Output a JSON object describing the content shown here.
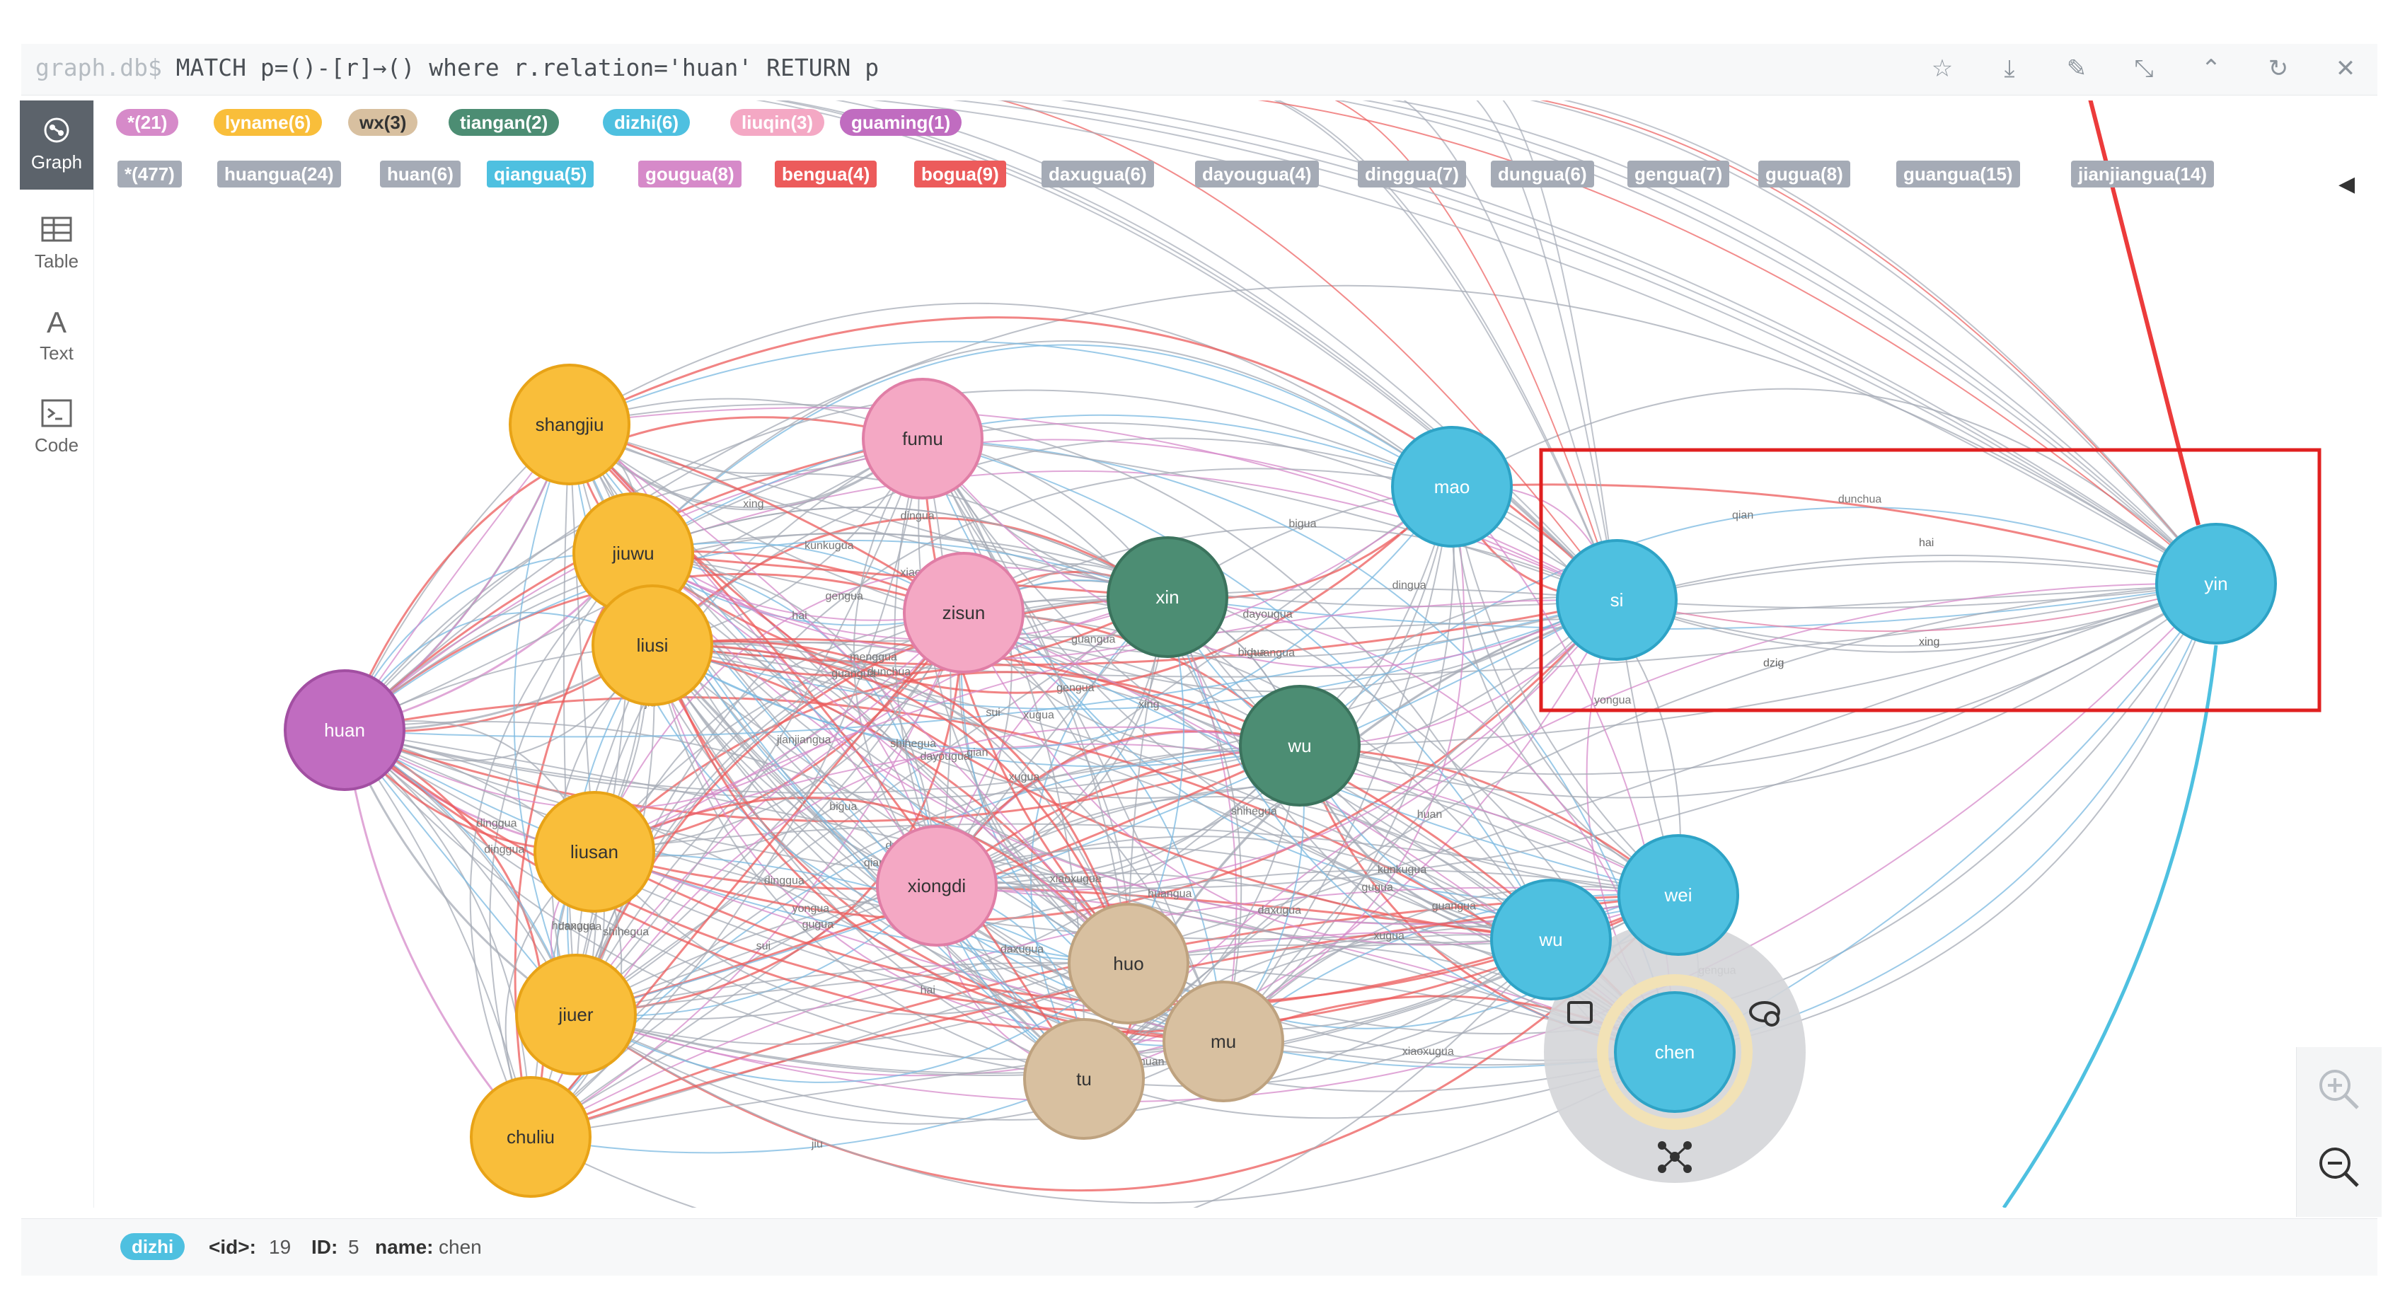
{
  "query": {
    "prompt": "graph.db$",
    "text": " MATCH p=()-[r]→() where r.relation='huan' RETURN p"
  },
  "toolbar_icons": [
    "star-icon",
    "download-icon",
    "pin-icon",
    "collapse-icon",
    "chevron-up-icon",
    "refresh-icon",
    "close-icon"
  ],
  "sidebar": {
    "items": [
      {
        "label": "Graph",
        "icon": "graph-icon",
        "active": true
      },
      {
        "label": "Table",
        "icon": "table-icon",
        "active": false
      },
      {
        "label": "Text",
        "icon": "text-icon",
        "active": false
      },
      {
        "label": "Code",
        "icon": "code-icon",
        "active": false
      }
    ]
  },
  "node_labels": [
    {
      "label": "*(21)",
      "color": "#d68ac9"
    },
    {
      "label": "lyname(6)",
      "color": "#f9be3a"
    },
    {
      "label": "wx(3)",
      "color": "#d8c0a0"
    },
    {
      "label": "tiangan(2)",
      "color": "#4c8d73"
    },
    {
      "label": "dizhi(6)",
      "color": "#4ec0e0"
    },
    {
      "label": "liuqin(3)",
      "color": "#f4a8c4"
    },
    {
      "label": "guaming(1)",
      "color": "#c06cc0"
    }
  ],
  "relationship_types": [
    {
      "label": "*(477)",
      "color": "#a5abb6"
    },
    {
      "label": "huangua(24)",
      "color": "#a5abb6"
    },
    {
      "label": "huan(6)",
      "color": "#a5abb6"
    },
    {
      "label": "qiangua(5)",
      "color": "#4ec0e0"
    },
    {
      "label": "gougua(8)",
      "color": "#d68ac9"
    },
    {
      "label": "bengua(4)",
      "color": "#ec5b5b"
    },
    {
      "label": "bogua(9)",
      "color": "#ec5b5b"
    },
    {
      "label": "daxugua(6)",
      "color": "#a5abb6"
    },
    {
      "label": "dayougua(4)",
      "color": "#a5abb6"
    },
    {
      "label": "dinggua(7)",
      "color": "#a5abb6"
    },
    {
      "label": "dungua(6)",
      "color": "#a5abb6"
    },
    {
      "label": "gengua(7)",
      "color": "#a5abb6"
    },
    {
      "label": "gugua(8)",
      "color": "#a5abb6"
    },
    {
      "label": "guangua(15)",
      "color": "#a5abb6"
    },
    {
      "label": "jianjiangua(14)",
      "color": "#a5abb6"
    }
  ],
  "graph": {
    "nodes": [
      {
        "id": "huan",
        "label": "huan",
        "group": "guaming"
      },
      {
        "id": "shangjiu",
        "label": "shangjiu",
        "group": "lyname"
      },
      {
        "id": "jiuwu",
        "label": "jiuwu",
        "group": "lyname"
      },
      {
        "id": "liusi",
        "label": "liusi",
        "group": "lyname"
      },
      {
        "id": "liusan",
        "label": "liusan",
        "group": "lyname"
      },
      {
        "id": "jiuer",
        "label": "jiuer",
        "group": "lyname"
      },
      {
        "id": "chuliu",
        "label": "chuliu",
        "group": "lyname"
      },
      {
        "id": "fumu",
        "label": "fumu",
        "group": "liuqin"
      },
      {
        "id": "zisun",
        "label": "zisun",
        "group": "liuqin"
      },
      {
        "id": "xiongdi",
        "label": "xiongdi",
        "group": "liuqin"
      },
      {
        "id": "xin",
        "label": "xin",
        "group": "tiangan"
      },
      {
        "id": "wu1",
        "label": "wu",
        "group": "tiangan"
      },
      {
        "id": "huo",
        "label": "huo",
        "group": "wx"
      },
      {
        "id": "mu",
        "label": "mu",
        "group": "wx"
      },
      {
        "id": "tu",
        "label": "tu",
        "group": "wx"
      },
      {
        "id": "mao",
        "label": "mao",
        "group": "dizhi"
      },
      {
        "id": "si",
        "label": "si",
        "group": "dizhi"
      },
      {
        "id": "yin",
        "label": "yin",
        "group": "dizhi"
      },
      {
        "id": "wu2",
        "label": "wu",
        "group": "dizhi"
      },
      {
        "id": "wei",
        "label": "wei",
        "group": "dizhi"
      },
      {
        "id": "chen",
        "label": "chen",
        "group": "dizhi"
      }
    ],
    "edge_labels": [
      "huangua",
      "guangua",
      "dinggua",
      "daxugua",
      "xiaoxugua",
      "qian",
      "jianjiangua",
      "shihegua",
      "xugua",
      "dingua",
      "bigua",
      "gengua",
      "hai",
      "xing",
      "dzig",
      "dayougua",
      "kunkugua",
      "menggua",
      "yongua",
      "huan",
      "sui",
      "jiu",
      "dunchua",
      "gugua"
    ]
  },
  "status": {
    "tag": "dizhi",
    "items": [
      {
        "key": "<id>:",
        "value": "19"
      },
      {
        "key": "ID:",
        "value": "5"
      },
      {
        "key": "name:",
        "value": "chen"
      }
    ]
  }
}
